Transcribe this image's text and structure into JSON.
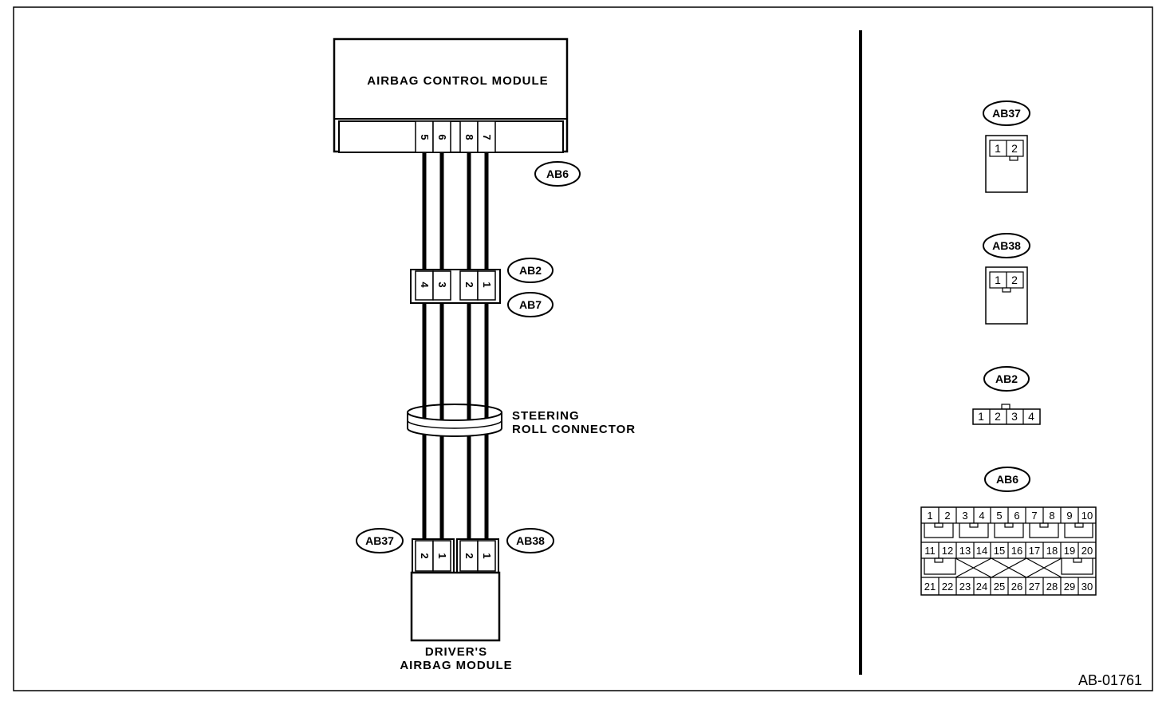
{
  "module_label": "AIRBAG CONTROL MODULE",
  "steering_roll": [
    "STEERING",
    "ROLL CONNECTOR"
  ],
  "driver_airbag": [
    "DRIVER'S",
    "AIRBAG MODULE"
  ],
  "connectors": {
    "ab6": "AB6",
    "ab2": "AB2",
    "ab7": "AB7",
    "ab37": "AB37",
    "ab38": "AB38"
  },
  "module_pins": [
    "5",
    "6",
    "8",
    "7"
  ],
  "mid_pins": [
    "4",
    "3",
    "2",
    "1"
  ],
  "bottom_left_pins": [
    "2",
    "1"
  ],
  "bottom_right_pins": [
    "2",
    "1"
  ],
  "side": {
    "ab37": {
      "tag": "AB37",
      "pins": [
        "1",
        "2"
      ]
    },
    "ab38": {
      "tag": "AB38",
      "pins": [
        "1",
        "2"
      ]
    },
    "ab2": {
      "tag": "AB2",
      "pins": [
        "1",
        "2",
        "3",
        "4"
      ]
    },
    "ab6": {
      "tag": "AB6",
      "row1": [
        "1",
        "2",
        "3",
        "4",
        "5",
        "6",
        "7",
        "8",
        "9",
        "10"
      ],
      "row2": [
        "11",
        "12",
        "13",
        "14",
        "15",
        "16",
        "17",
        "18",
        "19",
        "20"
      ],
      "row3": [
        "21",
        "22",
        "23",
        "24",
        "25",
        "26",
        "27",
        "28",
        "29",
        "30"
      ]
    }
  },
  "figure_id": "AB-01761"
}
